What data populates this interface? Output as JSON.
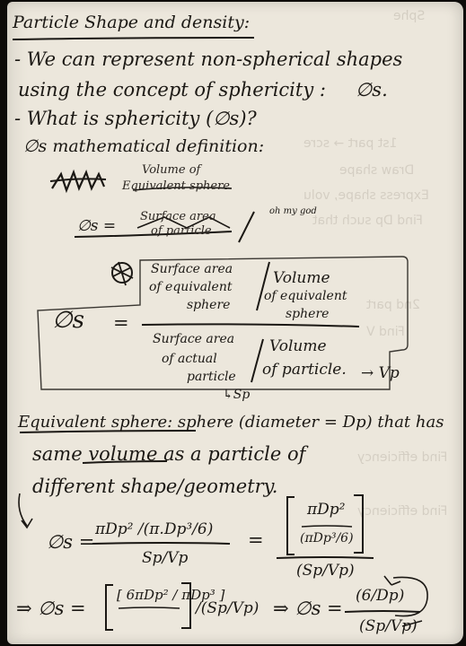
{
  "notes": {
    "title": "Particle Shape and density:",
    "bullet1_line1": "- We can represent non-spherical shapes",
    "bullet1_line2": "using the concept of sphericity :",
    "bullet1_symbol": "∅s.",
    "bullet2": "- What is sphericity (∅s)?",
    "def_line": "∅s mathematical definition:",
    "scratch_volume": "Volume of",
    "scratch_equiv": "Equivalent sphere",
    "scratch_phi": "∅s =",
    "scratch_surface1": "Surface area",
    "scratch_surface2": "of particle",
    "margin_note": "oh my god",
    "box_num_left_1": "Surface area",
    "box_num_left_2": "of equivalent",
    "box_num_left_3": "sphere",
    "box_num_right_1": "Volume",
    "box_num_right_2": "of equivalent",
    "box_num_right_3": "sphere",
    "box_phi": "∅s",
    "box_eq": "=",
    "box_den_left_1": "Surface area",
    "box_den_left_2": "of actual",
    "box_den_left_3": "particle",
    "box_den_right_1": "Volume",
    "box_den_right_2": "of particle.",
    "box_vp": "→ Vp",
    "box_sp": "↳Sp",
    "equiv_line1": "Equivalent sphere: sphere (diameter = Dp) that has",
    "equiv_line2": "same volume as a particle of",
    "equiv_line3": "different shape/geometry.",
    "eq1_lhs": "∅s =",
    "eq1_num": "πDp² /(π.Dp³/6)",
    "eq1_den": "Sp/Vp",
    "eq1_eq": "=",
    "eq1_r_num1": "πDp²",
    "eq1_r_num2": "(πDp³/6)",
    "eq1_r_den": "(Sp/Vp)",
    "eq2_lhs": "⇒ ∅s =",
    "eq2_bracket": "[ 6πDp² / πDp³ ]",
    "eq2_div": "/(Sp/Vp)",
    "eq2_mid": "⇒ ∅s =",
    "eq2_num": "(6/Dp)",
    "eq2_den": "(Sp/Vp)"
  },
  "ghost_bleed": {
    "g1": "Sphe",
    "g2": "1st part → scre",
    "g3": "Draw shape",
    "g4": "Express shape, volu",
    "g5": "Find Dp such that",
    "g6": "2nd part",
    "g7": "Find V",
    "g8": "Find efficiency",
    "g9": "Find efficiency"
  },
  "colors": {
    "paper": "#ece7dc",
    "ink": "#1b1814",
    "background": "#0d0b09"
  }
}
